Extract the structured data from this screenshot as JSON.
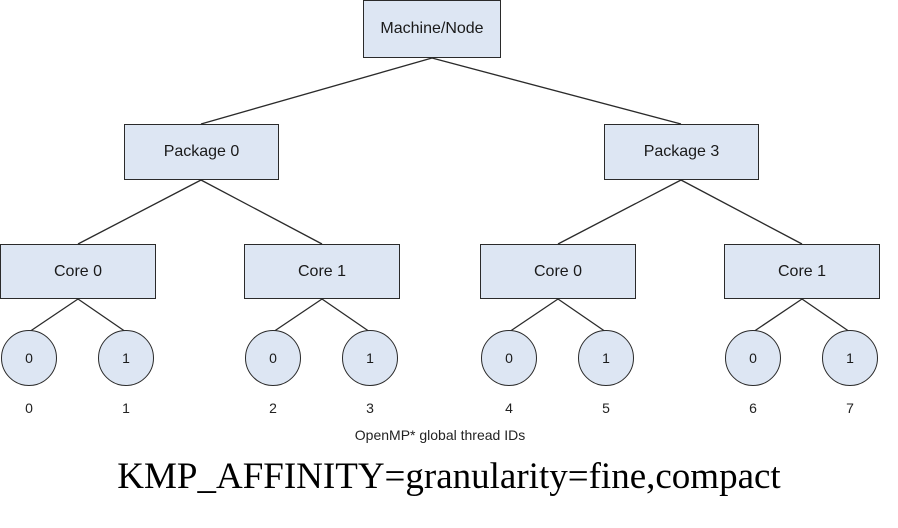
{
  "root": {
    "label": "Machine/Node"
  },
  "packages": [
    {
      "label": "Package 0"
    },
    {
      "label": "Package 3"
    }
  ],
  "cores": [
    {
      "label": "Core 0"
    },
    {
      "label": "Core 1"
    },
    {
      "label": "Core 0"
    },
    {
      "label": "Core 1"
    }
  ],
  "threads": [
    {
      "local": "0",
      "global": "0"
    },
    {
      "local": "1",
      "global": "1"
    },
    {
      "local": "0",
      "global": "2"
    },
    {
      "local": "1",
      "global": "3"
    },
    {
      "local": "0",
      "global": "4"
    },
    {
      "local": "1",
      "global": "5"
    },
    {
      "local": "0",
      "global": "6"
    },
    {
      "local": "1",
      "global": "7"
    }
  ],
  "caption": "OpenMP* global thread IDs",
  "setting": "KMP_AFFINITY=granularity=fine,compact",
  "colors": {
    "node_fill": "#dde6f3",
    "border": "#2a2a2a"
  }
}
